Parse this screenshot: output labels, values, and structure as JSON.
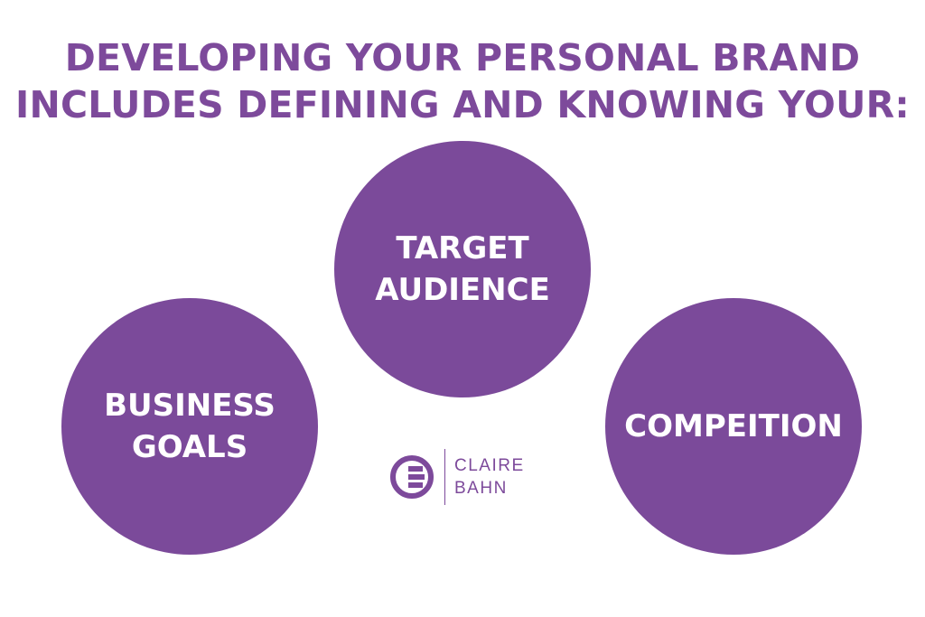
{
  "headline": {
    "line1": "DEVELOPING YOUR PERSONAL BRAND",
    "line2": "INCLUDES DEFINING AND KNOWING YOUR:"
  },
  "circles": [
    {
      "lines": [
        "TARGET",
        "AUDIENCE"
      ]
    },
    {
      "lines": [
        "BUSINESS",
        "GOALS"
      ]
    },
    {
      "lines": [
        "COMPEITION"
      ]
    }
  ],
  "logo": {
    "icon": "claire-bahn-logo-icon",
    "line1": "CLAIRE",
    "line2": "BAHN"
  },
  "colors": {
    "brand_purple": "#7b4a9a",
    "background": "#ffffff"
  }
}
